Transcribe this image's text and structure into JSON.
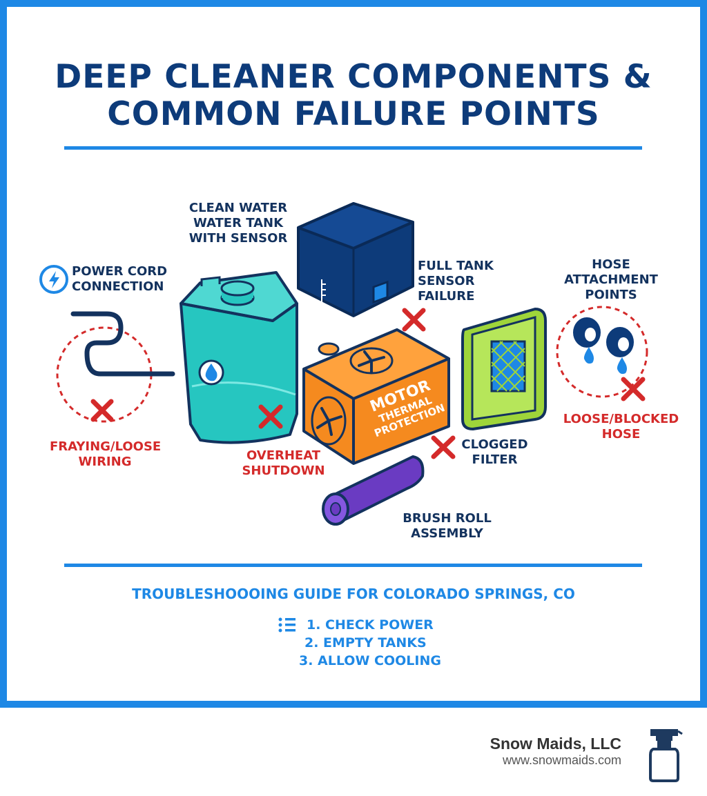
{
  "title": {
    "line1": "DEEP CLEANER COMPONENTS &",
    "line2": "COMMON FAILURE POINTS"
  },
  "components": {
    "clean_tank": {
      "line1": "CLEAN WATER",
      "line2": "WATER TANK",
      "line3": "WITH SENSOR"
    },
    "power_cord": {
      "line1": "POWER CORD",
      "line2": "CONNECTION"
    },
    "full_tank": {
      "line1": "FULL TANK",
      "line2": "SENSOR",
      "line3": "FAILURE"
    },
    "hose": {
      "line1": "HOSE",
      "line2": "ATTACHMENT",
      "line3": "POINTS"
    },
    "motor": {
      "line1": "MOTOR",
      "line2": "THERMAL",
      "line3": "PROTECTION"
    },
    "filter": {
      "line1": "CLOGGED",
      "line2": "FILTER"
    },
    "brush": {
      "line1": "BRUSH ROLL",
      "line2": "ASSEMBLY"
    }
  },
  "failures": {
    "wiring": {
      "line1": "FRAYING/LOOSE",
      "line2": "WIRING"
    },
    "overheat": {
      "line1": "OVERHEAT",
      "line2": "SHUTDOWN"
    },
    "hose": {
      "line1": "LOOSE/BLOCKED",
      "line2": "HOSE"
    }
  },
  "guide": {
    "heading": "TROUBLESHOOOING GUIDE FOR COLORADO SPRINGS, CO",
    "steps": [
      "1. CHECK POWER",
      "2. EMPTY TANKS",
      "3. ALLOW COOLING"
    ]
  },
  "footer": {
    "company": "Snow Maids, LLC",
    "url": "www.snowmaids.com"
  },
  "icons": [
    "lightning-bolt-icon",
    "water-drop-icon",
    "fan-icon",
    "list-icon",
    "spray-bottle-icon",
    "failure-x-icon"
  ],
  "colors": {
    "frame": "#1e88e5",
    "navy": "#0d3b7a",
    "red": "#d42a2a",
    "teal": "#26c6c0",
    "orange": "#f58a1f",
    "lime": "#9ed53a",
    "purple": "#6a3bc2"
  }
}
